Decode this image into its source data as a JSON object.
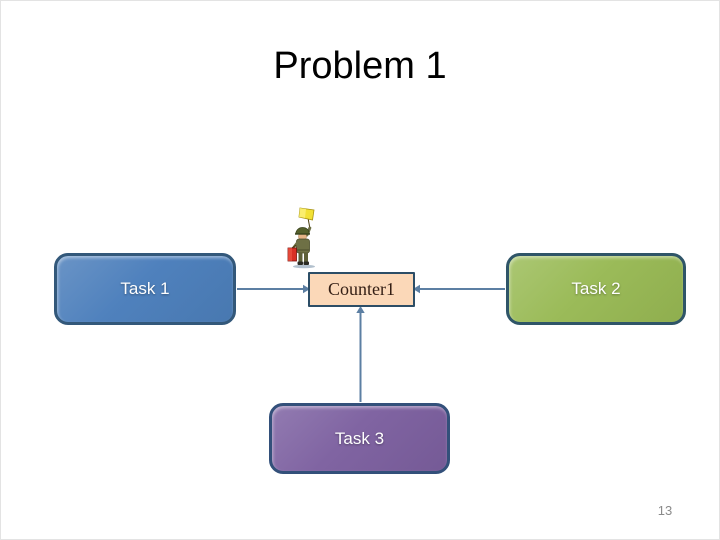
{
  "slide": {
    "title": "Problem 1",
    "page_number": "13",
    "background_color": "#ffffff",
    "title_color": "#000000"
  },
  "diagram": {
    "nodes": [
      {
        "id": "task1",
        "label": "Task 1",
        "shape": "rounded-rectangle",
        "fill": "#4F81BD",
        "border": "#33587A",
        "text_color": "#ffffff"
      },
      {
        "id": "counter1",
        "label": "Counter1",
        "shape": "rectangle",
        "fill": "#FBD8B8",
        "border": "#2C4D66",
        "text_color": "#331E14"
      },
      {
        "id": "task2",
        "label": "Task 2",
        "shape": "rounded-rectangle",
        "fill": "#9BBB59",
        "border": "#2F5568",
        "text_color": "#ffffff"
      },
      {
        "id": "task3",
        "label": "Task 3",
        "shape": "rounded-rectangle",
        "fill": "#8064A2",
        "border": "#33507A",
        "text_color": "#ffffff"
      }
    ],
    "connectors": [
      {
        "from": "task1",
        "to": "counter1",
        "direction": "arrow-into-counter1-left",
        "color": "#5C7FA3"
      },
      {
        "from": "task2",
        "to": "counter1",
        "direction": "arrow-into-counter1-right",
        "color": "#5C7FA3"
      },
      {
        "from": "task3",
        "to": "counter1",
        "direction": "arrow-into-counter1-bottom",
        "color": "#5C7FA3"
      }
    ],
    "icon": {
      "name": "signalman-soldier-flags-icon",
      "description": "soldier raising yellow flag, holding red flag",
      "flag_up_color": "#F2E135",
      "flag_down_color": "#D93025",
      "uniform_color": "#6E7045"
    }
  }
}
